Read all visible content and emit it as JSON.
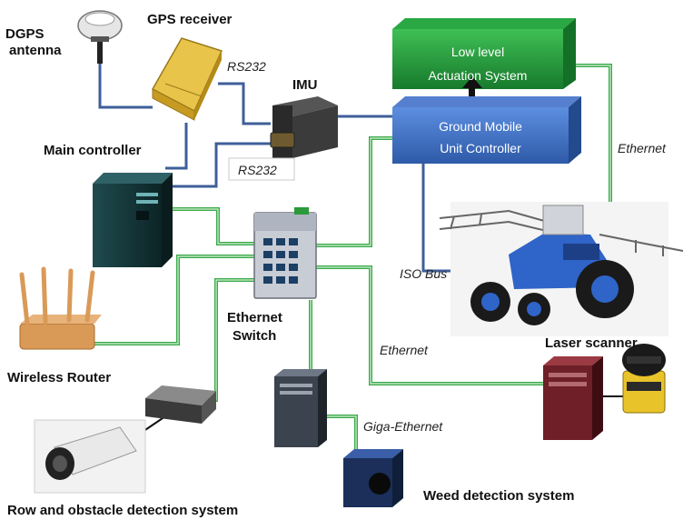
{
  "labels": {
    "dgps_line1": "DGPS",
    "dgps_line2": "antenna",
    "gps_receiver": "GPS receiver",
    "rs232_top": "RS232",
    "imu": "IMU",
    "main_controller": "Main controller",
    "rs232_bottom": "RS232",
    "low_level_line1": "Low level",
    "low_level_line2": "Actuation System",
    "gmu_line1": "Ground Mobile",
    "gmu_line2": "Unit Controller",
    "ethernet_right": "Ethernet",
    "iso_bus": "ISO Bus",
    "ethernet_switch_line1": "Ethernet",
    "ethernet_switch_line2": "Switch",
    "ethernet_mid": "Ethernet",
    "laser_scanner": "Laser scanner",
    "wireless_router": "Wireless Router",
    "giga_ethernet": "Giga-Ethernet",
    "weed_detection": "Weed detection system",
    "row_obstacle": "Row  and obstacle detection system"
  },
  "colors": {
    "green_box": "#1f9a3a",
    "blue_box": "#3f6fc0",
    "green_link": "#3aaa4a",
    "blue_link": "#3e5f99"
  }
}
